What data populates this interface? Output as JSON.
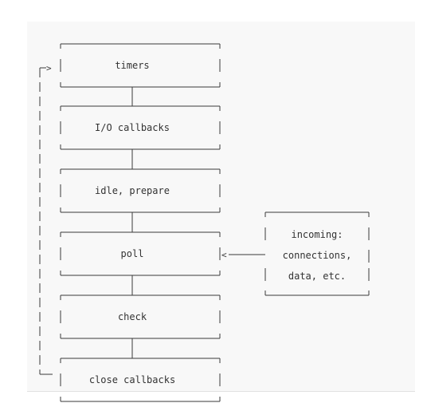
{
  "phases": [
    {
      "label": "timers"
    },
    {
      "label": "I/O callbacks"
    },
    {
      "label": "idle, prepare"
    },
    {
      "label": "poll"
    },
    {
      "label": "check"
    },
    {
      "label": "close callbacks"
    }
  ],
  "incoming": {
    "lines": [
      "incoming:",
      "connections,",
      "data, etc."
    ]
  },
  "colors": {
    "panel_background": "#f8f8f8",
    "line": "#3a3a3a",
    "text": "#333333"
  }
}
